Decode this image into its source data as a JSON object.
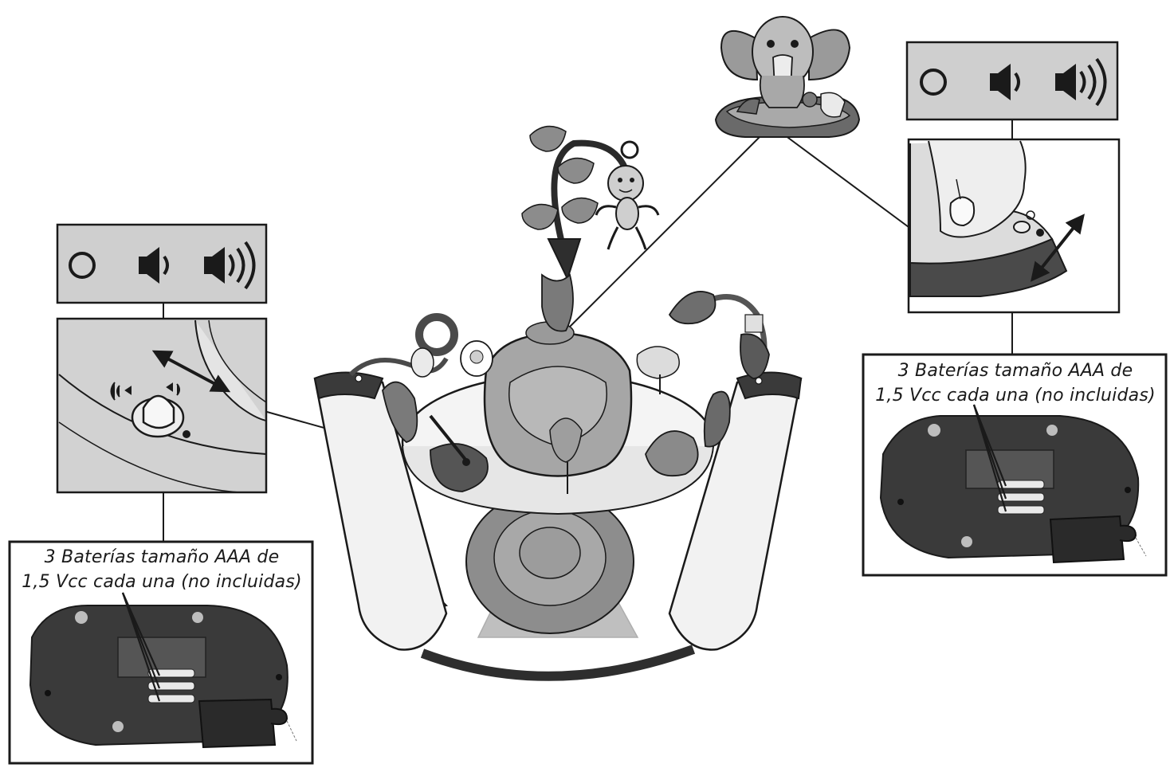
{
  "battery_note_left": {
    "line1": "3 Baterías tamaño AAA de",
    "line2": "1,5 Vcc cada una (no incluidas)"
  },
  "battery_note_right": {
    "line1": "3 Baterías tamaño AAA de",
    "line2": "1,5 Vcc cada una (no incluidas)"
  },
  "volume_settings": [
    "off",
    "low",
    "high"
  ],
  "colors": {
    "panel_gray": "#cfcfcf",
    "plastic_dark": "#3a3a3a",
    "plastic_light": "#f4f4f4",
    "outline": "#1a1a1a"
  }
}
